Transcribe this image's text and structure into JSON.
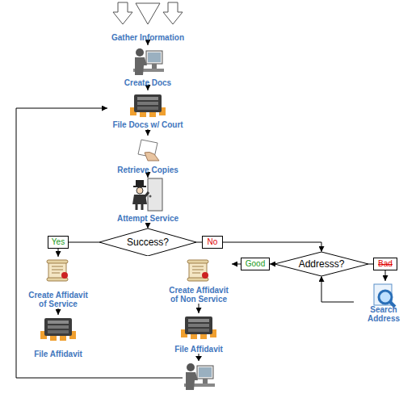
{
  "diagram": {
    "nodes": [
      {
        "text": [
          "Gather Information"
        ]
      },
      {
        "text": [
          "Create Docs"
        ]
      },
      {
        "text": [
          "File Docs w/ Court"
        ]
      },
      {
        "text": [
          "Retrieve Copies"
        ]
      },
      {
        "text": [
          "Attempt Service"
        ]
      },
      {
        "text": [
          "Yes"
        ]
      },
      {
        "text": [
          "Success?"
        ]
      },
      {
        "text": [
          "No"
        ]
      },
      {
        "text": [
          "Good"
        ]
      },
      {
        "text": [
          "Addresss?"
        ]
      },
      {
        "text": [
          "Bad"
        ]
      },
      {
        "text": [
          "Create Affidavit of Service"
        ]
      },
      {
        "text": [
          "Create Affidavit of Non Service"
        ]
      },
      {
        "text": [
          "Search Address"
        ]
      },
      {
        "text": [
          "File Affidavit"
        ]
      },
      {
        "text": [
          "File Affidavit"
        ]
      }
    ],
    "edges": [
      {
        "from": 0,
        "to": 1,
        "arrow": "to"
      },
      {
        "from": 1,
        "to": 2,
        "arrow": "to"
      },
      {
        "from": 2,
        "to": 3,
        "arrow": "to"
      },
      {
        "from": 3,
        "to": 4,
        "arrow": "to"
      },
      {
        "from": 4,
        "to": 6,
        "arrow": "to"
      },
      {
        "from": 6,
        "to": 5,
        "arrow": "none"
      },
      {
        "from": 5,
        "to": 11,
        "arrow": "to"
      },
      {
        "from": 6,
        "to": 7,
        "arrow": "none"
      },
      {
        "from": 7,
        "to": 9,
        "arrow": "to"
      },
      {
        "from": 9,
        "to": 8,
        "arrow": "to"
      },
      {
        "from": 8,
        "to": 12,
        "arrow": "to"
      },
      {
        "from": 9,
        "to": 10,
        "arrow": "none"
      },
      {
        "from": 10,
        "to": 13,
        "arrow": "to"
      },
      {
        "from": 13,
        "to": 9,
        "arrow": "to"
      },
      {
        "from": 11,
        "to": 14,
        "arrow": "to"
      },
      {
        "from": 12,
        "to": 15,
        "arrow": "to"
      },
      {
        "from": 15,
        "to": 2,
        "arrow": "to"
      }
    ]
  }
}
